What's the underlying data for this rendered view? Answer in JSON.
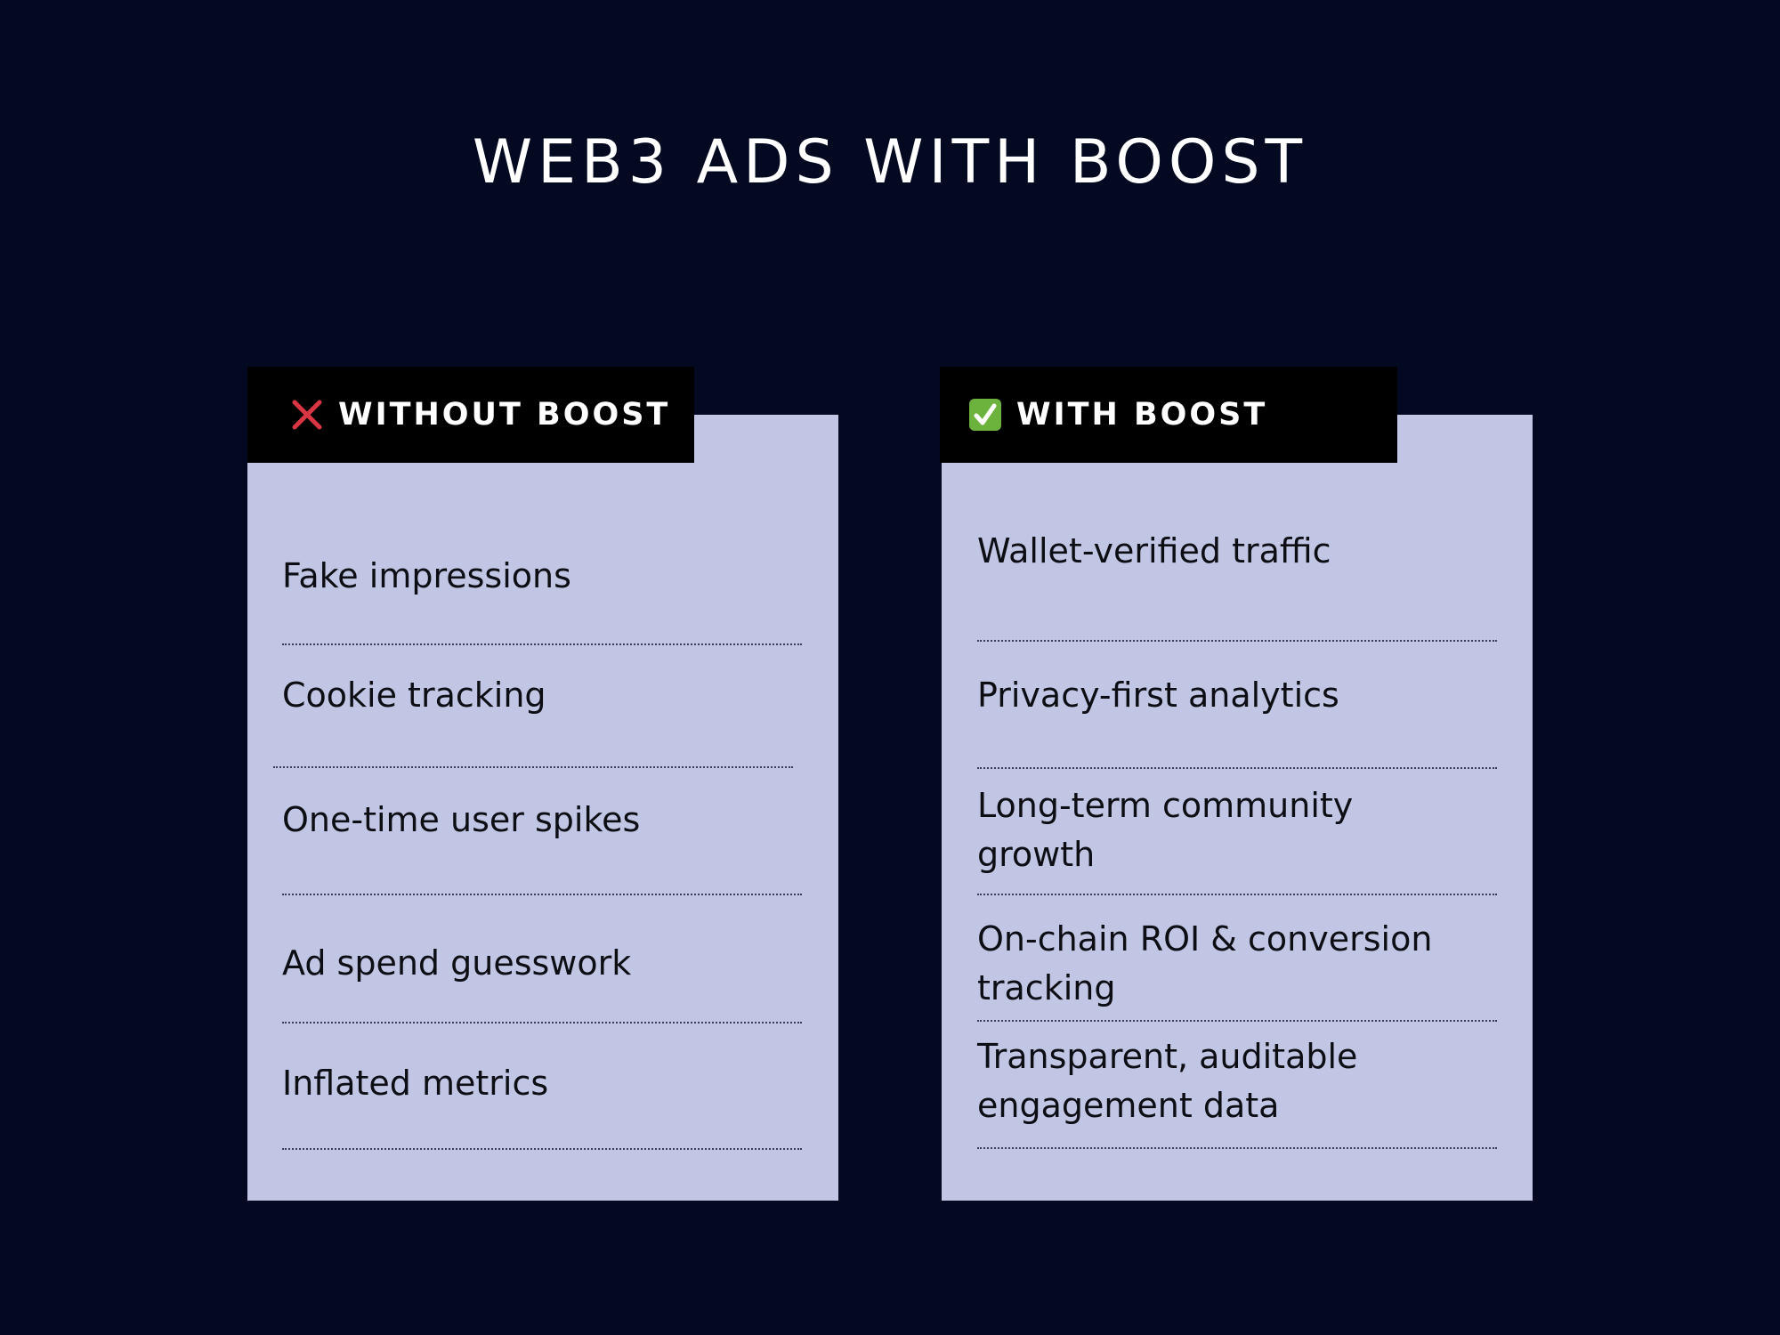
{
  "title": "WEB3 ADS WITH BOOST",
  "without": {
    "label": "WITHOUT BOOST",
    "icon": "cross-mark-icon",
    "icon_color": "#d93644",
    "items": [
      "Fake impressions",
      "Cookie tracking",
      "One-time user spikes",
      "Ad spend guesswork",
      "Inflated metrics"
    ]
  },
  "with": {
    "label": "WITH BOOST",
    "icon": "check-mark-button-icon",
    "icon_color": "#6cb33e",
    "items": [
      [
        "Wallet-verified traffic"
      ],
      [
        "Privacy-first analytics"
      ],
      [
        "Long-term community",
        "growth"
      ],
      [
        "On-chain ROI & conversion",
        "tracking"
      ],
      [
        "Transparent, auditable",
        "engagement data"
      ]
    ]
  },
  "colors": {
    "background": "#030920",
    "card": "#c2c6e5",
    "tab": "#000000"
  }
}
